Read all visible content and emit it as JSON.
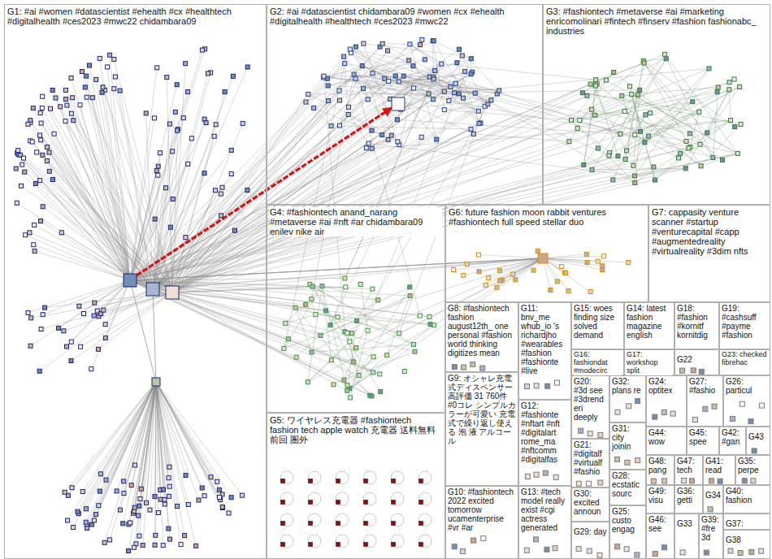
{
  "diagram": {
    "nodes": [
      {
        "text": [
          "G1: #ai #women #datascientist #ehealth #cx #healthtech #digitalhealth #ces2023 #mwc22 chidambara09"
        ]
      },
      {
        "text": [
          "G2: #ai #datascientist chidambara09 #women #cx #ehealth #digitalhealth #healthtech #ces2023 #mwc22"
        ]
      },
      {
        "text": [
          "G3: #fashiontech #metaverse #ai #marketing enricomolinari #fintech #finserv #fashion fashionabc_ industries"
        ]
      },
      {
        "text": [
          "G4: #fashiontech anand_narang #metaverse #ai #nft #ar chidambara09 enilev nike air"
        ]
      },
      {
        "text": [
          "G6: future fashion moon rabbit ventures #fashiontech full speed stellar duo"
        ]
      },
      {
        "text": [
          "G7: cappasity venture scanner #startup #venturecapital #capp #augmentedreality #virtualreality #3dim nfts"
        ]
      },
      {
        "text": [
          "G8: #fashiontech fashion august12th_ one personal #fashion world thinking digitizes mean"
        ]
      },
      {
        "text": [
          "G11: bnv_me whub_io 's richardjho #wearables #fashion #fashionte #live"
        ]
      },
      {
        "text": [
          "G15: woes finding size solved demand"
        ]
      },
      {
        "text": [
          "G14: latest fashion magazine english"
        ]
      },
      {
        "text": [
          "G18: #fashion #kornitf kornitdig"
        ]
      },
      {
        "text": [
          "G19: #cashsuff #payme #fashion"
        ]
      },
      {
        "text": [
          "G16: fashiondat #modecirc"
        ]
      },
      {
        "text": [
          "G17: workshop split"
        ]
      },
      {
        "text": [
          "G22"
        ]
      },
      {
        "text": [
          "G23: checked fibrehac"
        ]
      },
      {
        "text": [
          "G9: オシャレ充電式ディスペンサー 高評価 31 760件 #0コレ シンプルカラーが可愛い 充電式で繰り返し使える 泡 液 アルコール"
        ]
      },
      {
        "text": [
          "G20: #3d see #3drenderi deeply"
        ]
      },
      {
        "text": [
          "G32: plans re"
        ]
      },
      {
        "text": [
          "G24: optitex"
        ]
      },
      {
        "text": [
          "G27: #fashio"
        ]
      },
      {
        "text": [
          "G26: particul"
        ]
      },
      {
        "text": [
          "G12: #fashionte #nftart #nft #digitalart rome_ma #nftcomm #digitalfas"
        ]
      },
      {
        "text": [
          "G31: city joinin"
        ]
      },
      {
        "text": [
          "G44: wow"
        ]
      },
      {
        "text": [
          "G45: spee"
        ]
      },
      {
        "text": [
          "G42: #gan"
        ]
      },
      {
        "text": [
          "G43"
        ]
      },
      {
        "text": [
          "G21: #digitalf #virtualf #fashio"
        ]
      },
      {
        "text": [
          "G48: pang"
        ]
      },
      {
        "text": [
          "G47: tech"
        ]
      },
      {
        "text": [
          "G41: read"
        ]
      },
      {
        "text": [
          "G35: perpe"
        ]
      },
      {
        "text": [
          "G28: ecstatic sourc"
        ]
      },
      {
        "text": [
          "G5: ワイヤレス充電器 #fashiontech fashion tech apple watch 充電器 送料無料 前回 圏外"
        ]
      },
      {
        "text": [
          "G10: #fashiontech 2022 excited tomorrow ucamenterprise #vr #ar"
        ]
      },
      {
        "text": [
          "G13: #tech model really exist #cgi actress generated"
        ]
      },
      {
        "text": [
          "G30: excited announ"
        ]
      },
      {
        "text": [
          "G49: visu"
        ]
      },
      {
        "text": [
          "G36: getti"
        ]
      },
      {
        "text": [
          "G34"
        ]
      },
      {
        "text": [
          "G40: fashion"
        ]
      },
      {
        "text": [
          "G25: custo engag"
        ]
      },
      {
        "text": [
          "G37:"
        ]
      },
      {
        "text": [
          "G46: see"
        ]
      },
      {
        "text": [
          "G33"
        ]
      },
      {
        "text": [
          "G39: #fre 3d"
        ]
      },
      {
        "text": [
          "G38"
        ]
      },
      {
        "text": [
          "G29: day"
        ]
      }
    ]
  }
}
